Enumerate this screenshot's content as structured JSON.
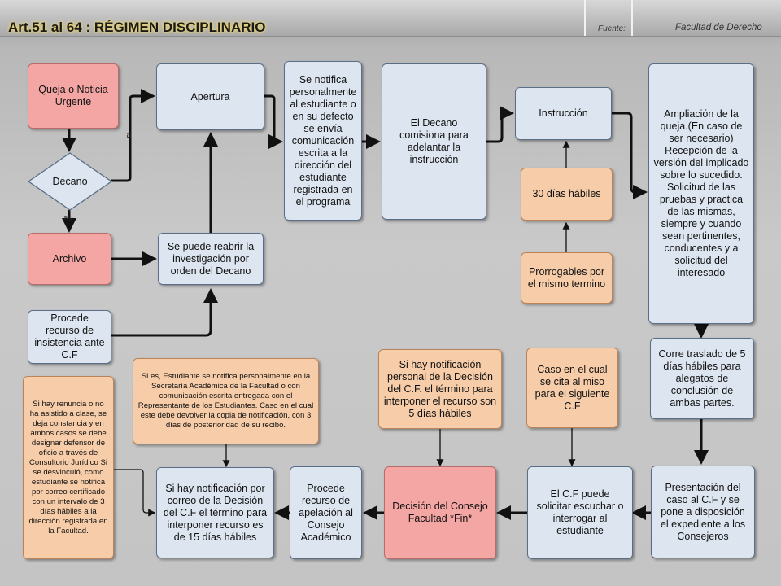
{
  "header": {
    "title": "Art.51 al 64 : RÉGIMEN DISCIPLINARIO",
    "source_label": "Fuente:",
    "source": "Facultad de Derecho"
  },
  "nodes": {
    "queja": "Queja o Noticia Urgente",
    "decano": "Decano",
    "archivo": "Archivo",
    "recurso_insistencia": "Procede recurso de insistencia ante C.F",
    "apertura": "Apertura",
    "reabrir": "Se puede reabrir la investigación por orden del Decano",
    "notifica": "Se notifica personalmente al estudiante o en su defecto se envía comunicación escrita a la dirección del estudiante registrada en el programa",
    "decano_comisiona": "El Decano comisiona para adelantar la instrucción",
    "instruccion": "Instrucción",
    "dias_30": "30 días hábiles",
    "prorrogables": "Prorrogables por el mismo termino",
    "ampliacion": "Ampliación de la queja.(En caso de ser necesario) Recepción de la versión del implicado sobre lo sucedido. Solicitud de las pruebas y practica de las mismas, siempre y cuando sean pertinentes, conducentes y a solicitud del interesado",
    "traslado": "Corre traslado de 5 días hábiles para alegatos de conclusión de ambas partes.",
    "presentacion": "Presentación del caso al C.F y se pone a disposición el expediente a los Consejeros",
    "cf_solicitar": "El C.F puede solicitar escuchar o interrogar al estudiante",
    "caso_cita": "Caso en el cual se cita al miso para el siguiente C.F",
    "decision": "Decisión del Consejo Facultad *Fin*",
    "notif_personal": "Si hay notificación personal de la Decisión del C.F. el término para interponer el recurso son 5 días hábiles",
    "apelacion": "Procede recurso de apelación al Consejo Académico",
    "notif_correo": "Si hay notificación por correo de la Decisión del C.F el término para interponer recurso es de 15 días hábiles",
    "si_estudiante": "Si es, Estudiante se notifica personalmente en la Secretaría Académica de la Facultad o con comunicación escrita entregada con el Representante de los Estudiantes. Caso en el cual este debe devolver la copia de notificación, con 3 días de posterioridad de su recibo.",
    "renuncia": "Si hay renuncia o no ha asistido a clase, se deja constancia y en ambos casos se debe designar defensor de oficio a través de Consultorio Jurídico Si se desvinculó, como estudiante se notifica por correo certificado con un intervalo de 3 días hábiles a la dirección registrada en la Facultad."
  },
  "edge_labels": {
    "si": "SI",
    "no": "NO"
  },
  "colors": {
    "pink": "#f3a6a3",
    "blue": "#dde6f0",
    "orange": "#f7cda9",
    "edge": "#111111"
  }
}
